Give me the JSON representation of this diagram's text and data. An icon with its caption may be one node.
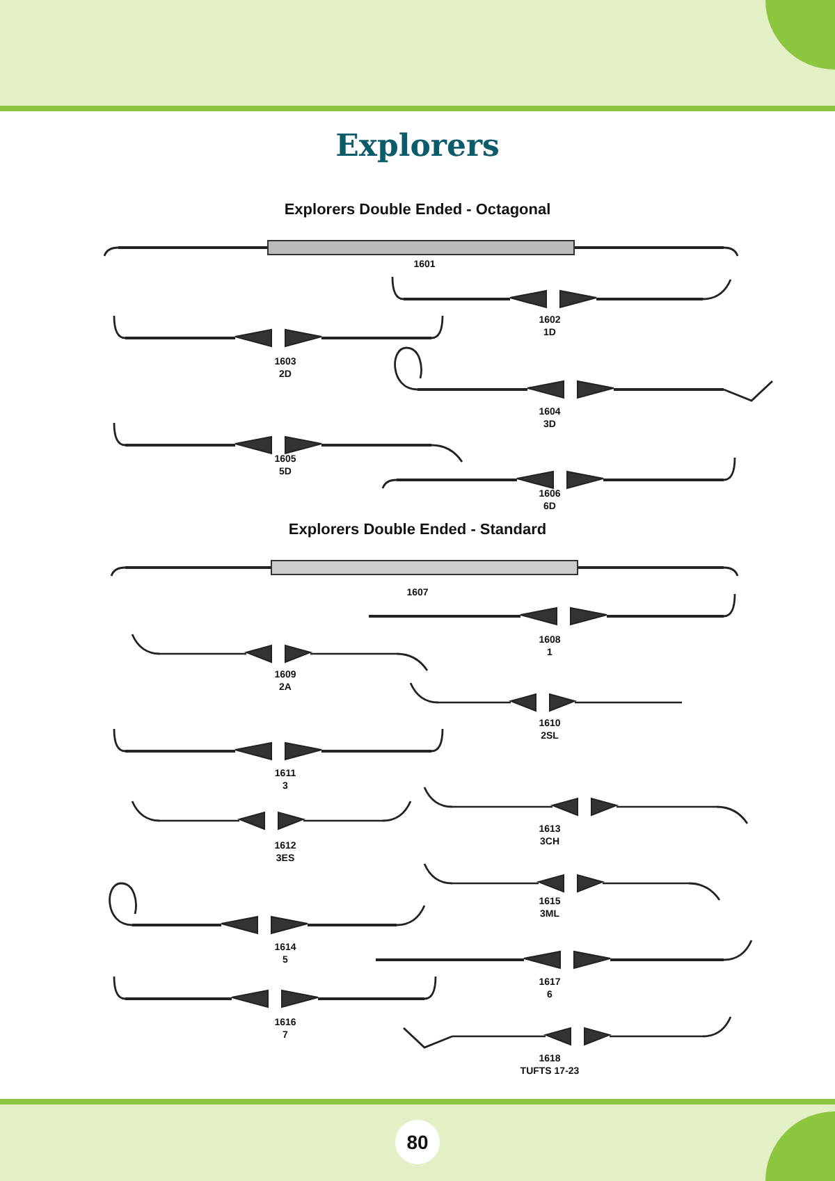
{
  "diagram": {
    "title": "Explorers",
    "labels": [
      "Explorers Double Ended - Octagonal",
      "1601",
      "1602",
      "1D",
      "1603",
      "2D",
      "1604",
      "3D",
      "1605",
      "5D",
      "1606",
      "6D",
      "Explorers Double Ended - Standard",
      "1607",
      "1608",
      "1",
      "1609",
      "2A",
      "1610",
      "2SL",
      "1611",
      "3",
      "1613",
      "3CH",
      "1612",
      "3ES",
      "1615",
      "3ML",
      "1614",
      "5",
      "1617",
      "6",
      "1616",
      "7",
      "1618",
      "TUFTS 17-23",
      "80"
    ]
  }
}
